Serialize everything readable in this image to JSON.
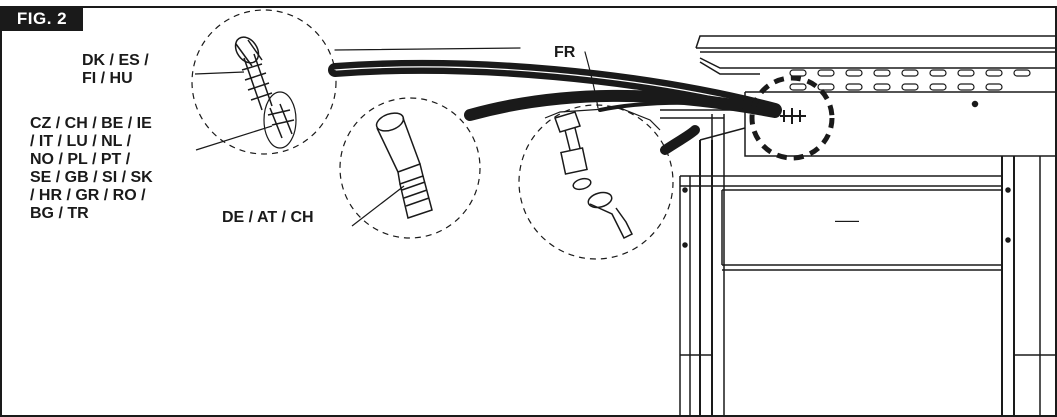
{
  "figure": {
    "badge": "FIG. 2"
  },
  "labels": {
    "dk_lines": [
      "DK / ES /",
      "FI / HU"
    ],
    "cz_lines": [
      "CZ / CH / BE / IE",
      "/ IT / LU / NL /",
      "NO / PL / PT /",
      "SE / GB / SI / SK",
      "/ HR / GR / RO /",
      "BG / TR"
    ],
    "de": "DE /  AT /  CH",
    "fr": "FR"
  },
  "colors": {
    "ink": "#1a1a1a",
    "background": "#ffffff"
  }
}
